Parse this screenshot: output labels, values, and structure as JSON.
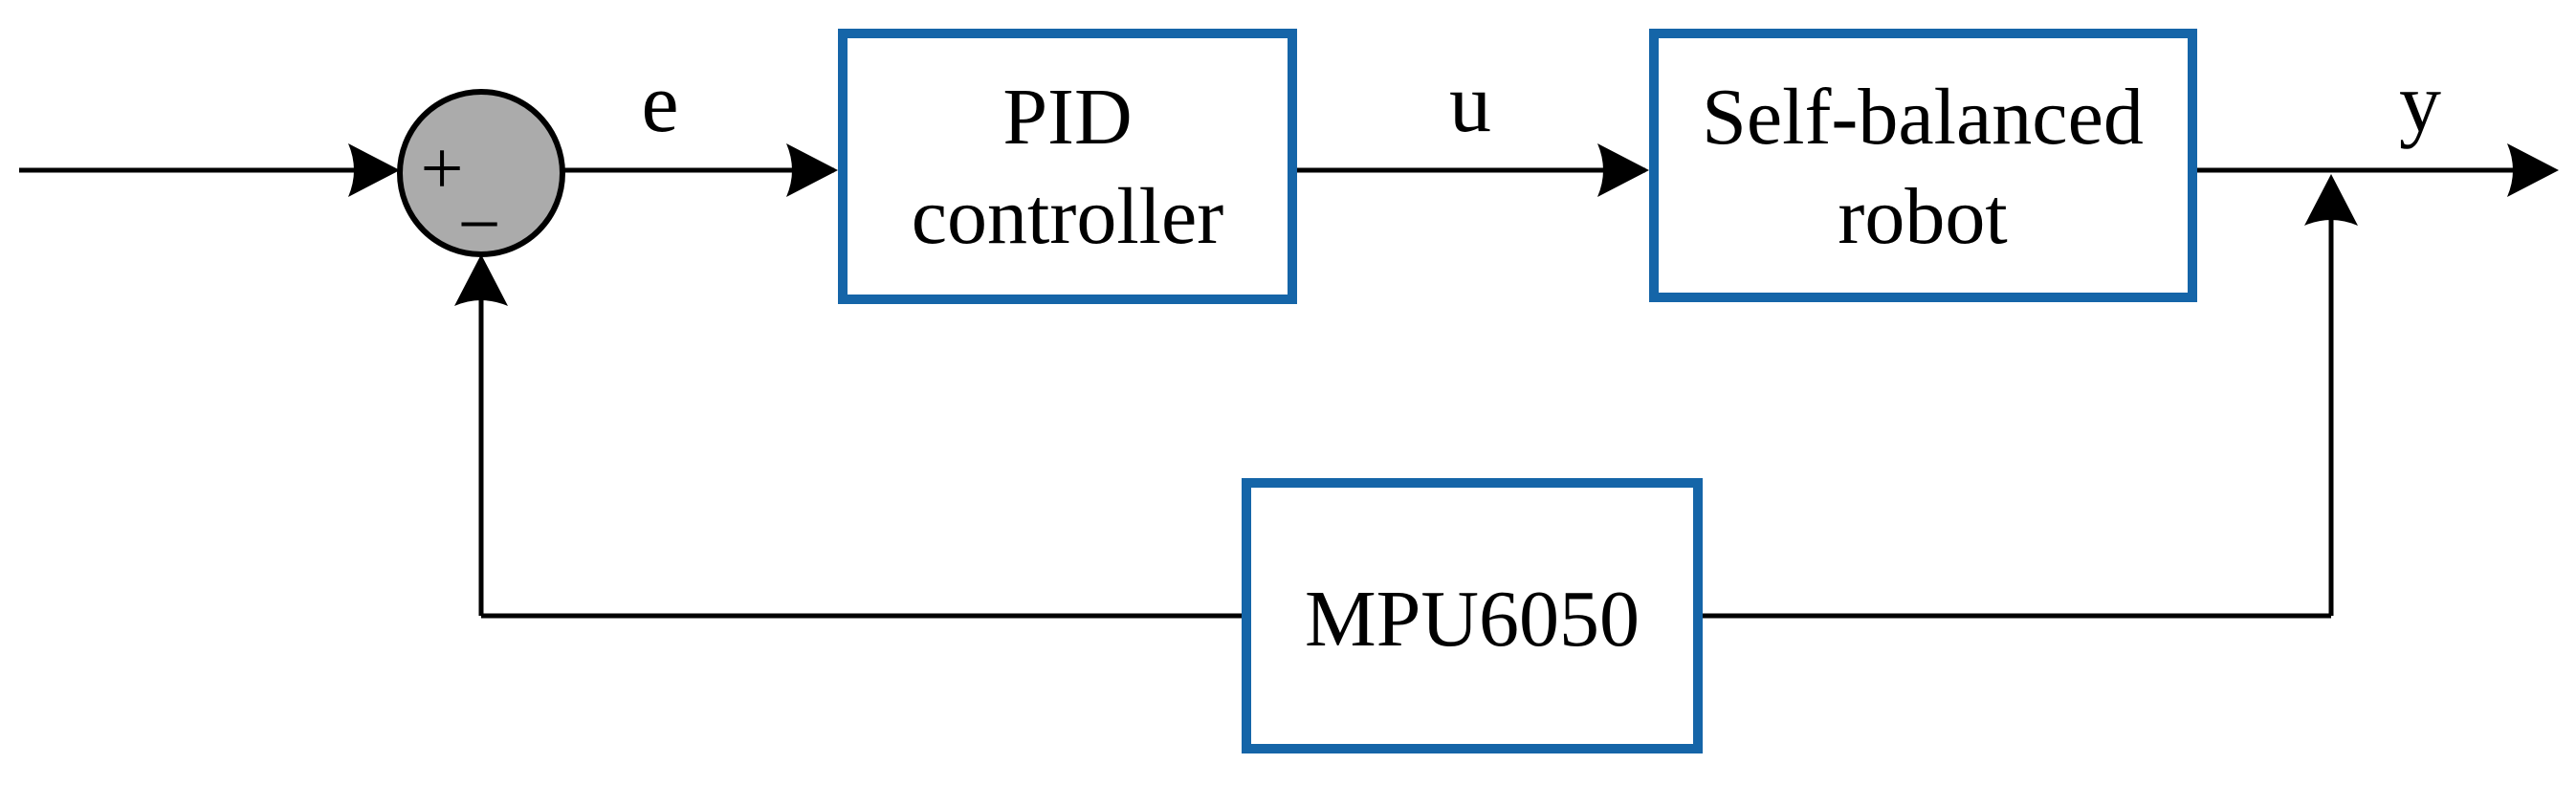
{
  "figure": {
    "type": "control-loop-block-diagram",
    "colors": {
      "block_border": "#1565A8",
      "block_fill": "#ffffff",
      "line": "#000000",
      "summing_fill": "#ABABAB",
      "text": "#000000"
    },
    "summing_junction": {
      "plus_sign": "+",
      "minus_sign": "−"
    },
    "signal_labels": {
      "error": "e",
      "control": "u",
      "output": "y"
    },
    "blocks": {
      "controller": {
        "line1": "PID",
        "line2": "controller"
      },
      "plant": {
        "line1": "Self-balanced",
        "line2": "robot"
      },
      "sensor": {
        "label": "MPU6050"
      }
    }
  }
}
